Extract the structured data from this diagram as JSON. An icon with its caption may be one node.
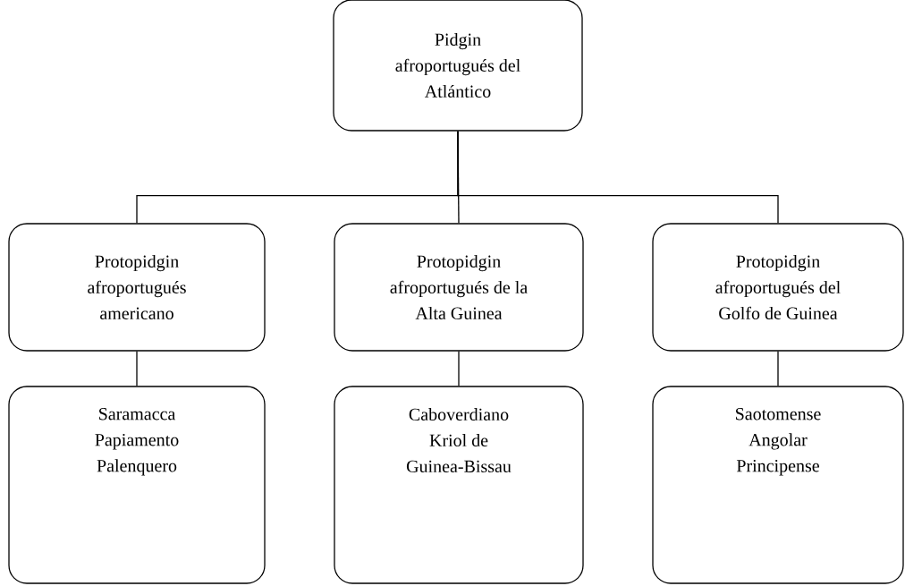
{
  "diagram": {
    "nodes": [
      {
        "text": [
          "Pidgin afroportugués del Atlántico"
        ]
      },
      {
        "text": [
          "Protopidgin afroportugués americano"
        ]
      },
      {
        "text": [
          "Protopidgin afroportugués de la Alta Guinea"
        ]
      },
      {
        "text": [
          "Protopidgin afroportugués del Golfo de Guinea"
        ]
      },
      {
        "text": [
          "Saramacca",
          "Papiamento",
          "Palenquero"
        ]
      },
      {
        "text": [
          "Caboverdiano",
          "Kriol de Guinea-Bissau"
        ]
      },
      {
        "text": [
          "Saotomense",
          "Angolar",
          "Principense"
        ]
      }
    ],
    "edges": [
      {
        "from": 0,
        "to": 1,
        "arrow": "none"
      },
      {
        "from": 0,
        "to": 2,
        "arrow": "none"
      },
      {
        "from": 0,
        "to": 3,
        "arrow": "none"
      },
      {
        "from": 1,
        "to": 4,
        "arrow": "none"
      },
      {
        "from": 2,
        "to": 5,
        "arrow": "none"
      },
      {
        "from": 3,
        "to": 6,
        "arrow": "none"
      }
    ]
  }
}
